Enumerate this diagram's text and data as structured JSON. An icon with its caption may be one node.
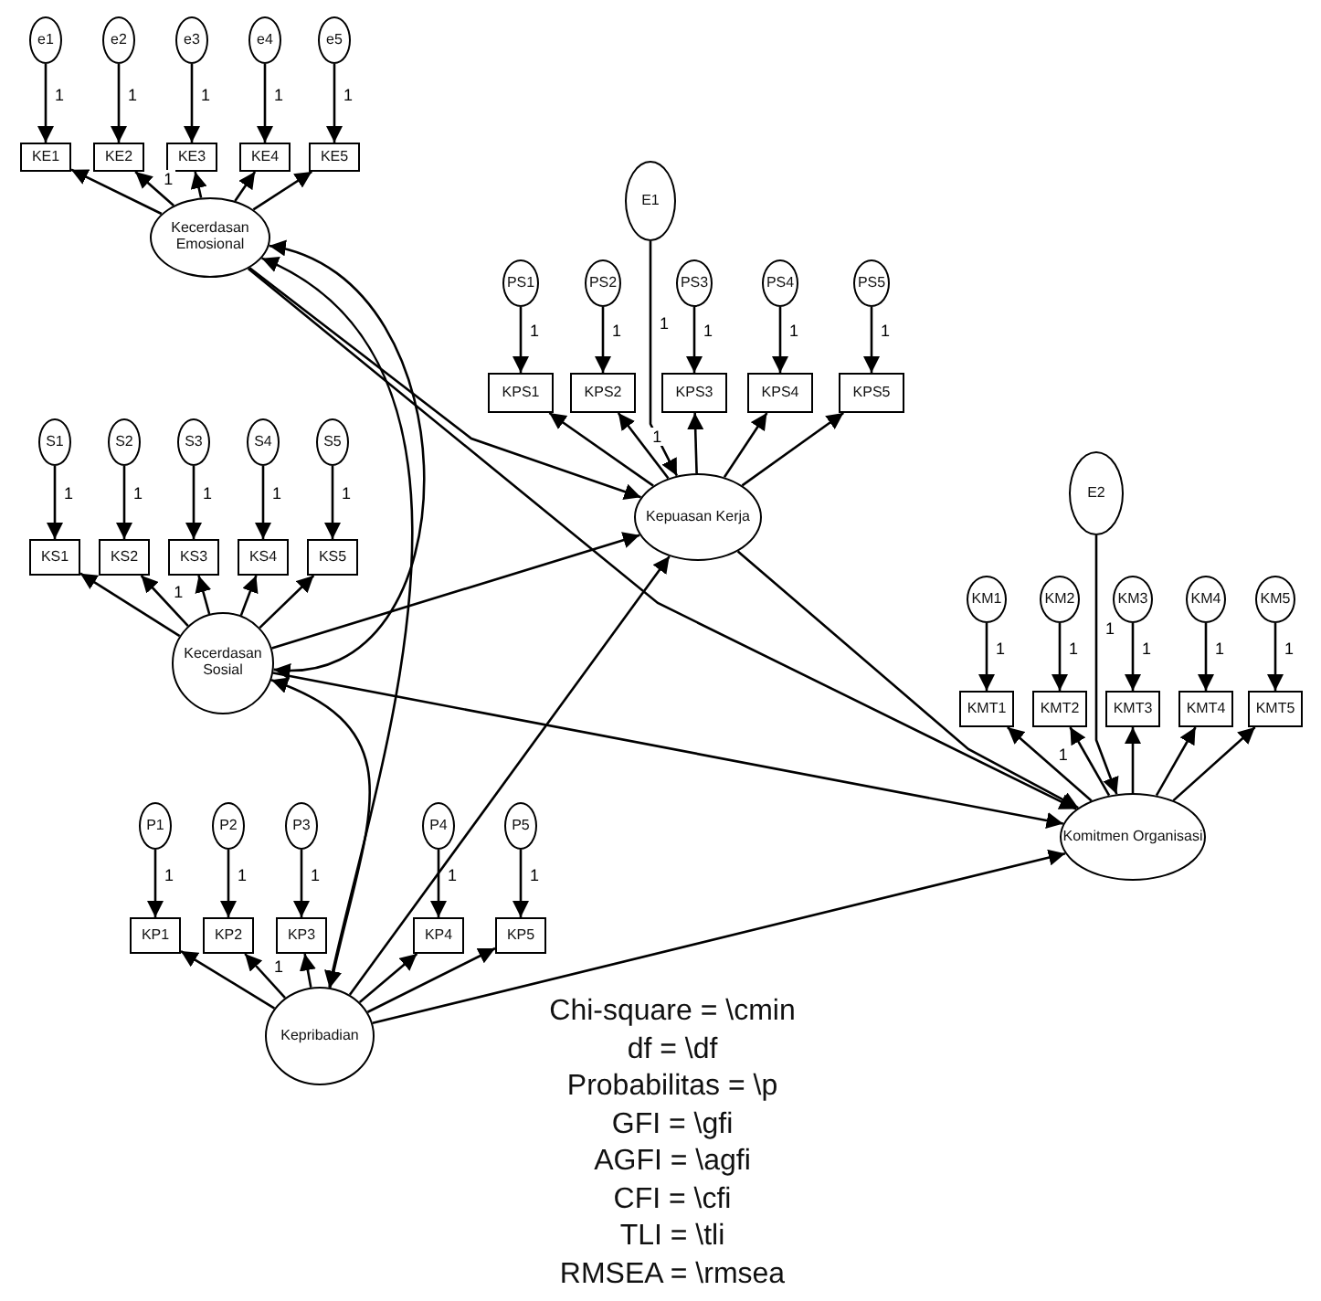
{
  "diagram": {
    "nodes": [
      {
        "text": [
          "e1"
        ]
      },
      {
        "text": [
          "e2"
        ]
      },
      {
        "text": [
          "e3"
        ]
      },
      {
        "text": [
          "e4"
        ]
      },
      {
        "text": [
          "e5"
        ]
      },
      {
        "text": [
          "KE1"
        ]
      },
      {
        "text": [
          "KE2"
        ]
      },
      {
        "text": [
          "KE3"
        ]
      },
      {
        "text": [
          "KE4"
        ]
      },
      {
        "text": [
          "KE5"
        ]
      },
      {
        "text": [
          "Kecerdasan Emosional"
        ]
      },
      {
        "text": [
          "E1"
        ]
      },
      {
        "text": [
          "PS1"
        ]
      },
      {
        "text": [
          "PS2"
        ]
      },
      {
        "text": [
          "PS3"
        ]
      },
      {
        "text": [
          "PS4"
        ]
      },
      {
        "text": [
          "PS5"
        ]
      },
      {
        "text": [
          "KPS1"
        ]
      },
      {
        "text": [
          "KPS2"
        ]
      },
      {
        "text": [
          "KPS3"
        ]
      },
      {
        "text": [
          "KPS4"
        ]
      },
      {
        "text": [
          "KPS5"
        ]
      },
      {
        "text": [
          "Kepuasan Kerja"
        ]
      },
      {
        "text": [
          "S1"
        ]
      },
      {
        "text": [
          "S2"
        ]
      },
      {
        "text": [
          "S3"
        ]
      },
      {
        "text": [
          "S4"
        ]
      },
      {
        "text": [
          "S5"
        ]
      },
      {
        "text": [
          "KS1"
        ]
      },
      {
        "text": [
          "KS2"
        ]
      },
      {
        "text": [
          "KS3"
        ]
      },
      {
        "text": [
          "KS4"
        ]
      },
      {
        "text": [
          "KS5"
        ]
      },
      {
        "text": [
          "Kecerdasan Sosial"
        ]
      },
      {
        "text": [
          "E2"
        ]
      },
      {
        "text": [
          "KM1"
        ]
      },
      {
        "text": [
          "KM2"
        ]
      },
      {
        "text": [
          "KM3"
        ]
      },
      {
        "text": [
          "KM4"
        ]
      },
      {
        "text": [
          "KM5"
        ]
      },
      {
        "text": [
          "KMT1"
        ]
      },
      {
        "text": [
          "KMT2"
        ]
      },
      {
        "text": [
          "KMT3"
        ]
      },
      {
        "text": [
          "KMT4"
        ]
      },
      {
        "text": [
          "KMT5"
        ]
      },
      {
        "text": [
          "Komitmen Organisasi"
        ]
      },
      {
        "text": [
          "P1"
        ]
      },
      {
        "text": [
          "P2"
        ]
      },
      {
        "text": [
          "P3"
        ]
      },
      {
        "text": [
          "P4"
        ]
      },
      {
        "text": [
          "P5"
        ]
      },
      {
        "text": [
          "KP1"
        ]
      },
      {
        "text": [
          "KP2"
        ]
      },
      {
        "text": [
          "KP3"
        ]
      },
      {
        "text": [
          "KP4"
        ]
      },
      {
        "text": [
          "KP5"
        ]
      },
      {
        "text": [
          "Kepribadian"
        ]
      }
    ],
    "edges": [
      {
        "from": 0,
        "to": 5,
        "arrow": "to",
        "label": "1"
      },
      {
        "from": 1,
        "to": 6,
        "arrow": "to",
        "label": "1"
      },
      {
        "from": 2,
        "to": 7,
        "arrow": "to",
        "label": "1"
      },
      {
        "from": 3,
        "to": 8,
        "arrow": "to",
        "label": "1"
      },
      {
        "from": 4,
        "to": 9,
        "arrow": "to",
        "label": "1"
      },
      {
        "from": 10,
        "to": 5,
        "arrow": "to"
      },
      {
        "from": 10,
        "to": 6,
        "arrow": "to",
        "label": "1"
      },
      {
        "from": 10,
        "to": 7,
        "arrow": "to"
      },
      {
        "from": 10,
        "to": 8,
        "arrow": "to"
      },
      {
        "from": 10,
        "to": 9,
        "arrow": "to"
      },
      {
        "from": 12,
        "to": 17,
        "arrow": "to",
        "label": "1"
      },
      {
        "from": 13,
        "to": 18,
        "arrow": "to",
        "label": "1"
      },
      {
        "from": 14,
        "to": 19,
        "arrow": "to",
        "label": "1"
      },
      {
        "from": 15,
        "to": 20,
        "arrow": "to",
        "label": "1"
      },
      {
        "from": 16,
        "to": 21,
        "arrow": "to",
        "label": "1"
      },
      {
        "from": 22,
        "to": 17,
        "arrow": "to"
      },
      {
        "from": 22,
        "to": 18,
        "arrow": "to",
        "label": "1"
      },
      {
        "from": 22,
        "to": 19,
        "arrow": "to"
      },
      {
        "from": 22,
        "to": 20,
        "arrow": "to"
      },
      {
        "from": 22,
        "to": 21,
        "arrow": "to"
      },
      {
        "from": 23,
        "to": 28,
        "arrow": "to",
        "label": "1"
      },
      {
        "from": 24,
        "to": 29,
        "arrow": "to",
        "label": "1"
      },
      {
        "from": 25,
        "to": 30,
        "arrow": "to",
        "label": "1"
      },
      {
        "from": 26,
        "to": 31,
        "arrow": "to",
        "label": "1"
      },
      {
        "from": 27,
        "to": 32,
        "arrow": "to",
        "label": "1"
      },
      {
        "from": 33,
        "to": 28,
        "arrow": "to"
      },
      {
        "from": 33,
        "to": 29,
        "arrow": "to",
        "label": "1"
      },
      {
        "from": 33,
        "to": 30,
        "arrow": "to"
      },
      {
        "from": 33,
        "to": 31,
        "arrow": "to"
      },
      {
        "from": 33,
        "to": 32,
        "arrow": "to"
      },
      {
        "from": 35,
        "to": 40,
        "arrow": "to",
        "label": "1"
      },
      {
        "from": 36,
        "to": 41,
        "arrow": "to",
        "label": "1"
      },
      {
        "from": 37,
        "to": 42,
        "arrow": "to",
        "label": "1"
      },
      {
        "from": 38,
        "to": 43,
        "arrow": "to",
        "label": "1"
      },
      {
        "from": 39,
        "to": 44,
        "arrow": "to",
        "label": "1"
      },
      {
        "from": 45,
        "to": 40,
        "arrow": "to",
        "label": "1"
      },
      {
        "from": 45,
        "to": 41,
        "arrow": "to"
      },
      {
        "from": 45,
        "to": 42,
        "arrow": "to"
      },
      {
        "from": 45,
        "to": 43,
        "arrow": "to"
      },
      {
        "from": 45,
        "to": 44,
        "arrow": "to"
      },
      {
        "from": 46,
        "to": 51,
        "arrow": "to",
        "label": "1"
      },
      {
        "from": 47,
        "to": 52,
        "arrow": "to",
        "label": "1"
      },
      {
        "from": 48,
        "to": 53,
        "arrow": "to",
        "label": "1"
      },
      {
        "from": 49,
        "to": 54,
        "arrow": "to",
        "label": "1"
      },
      {
        "from": 50,
        "to": 55,
        "arrow": "to",
        "label": "1"
      },
      {
        "from": 56,
        "to": 51,
        "arrow": "to"
      },
      {
        "from": 56,
        "to": 52,
        "arrow": "to",
        "label": "1"
      },
      {
        "from": 56,
        "to": 53,
        "arrow": "to"
      },
      {
        "from": 56,
        "to": 54,
        "arrow": "to"
      },
      {
        "from": 56,
        "to": 55,
        "arrow": "to"
      },
      {
        "from": 11,
        "to": 22,
        "arrow": "to",
        "label": "1"
      },
      {
        "from": 34,
        "to": 45,
        "arrow": "to",
        "label": "1"
      },
      {
        "from": 10,
        "to": 22,
        "arrow": "to"
      },
      {
        "from": 10,
        "to": 45,
        "arrow": "to"
      },
      {
        "from": 33,
        "to": 22,
        "arrow": "to"
      },
      {
        "from": 33,
        "to": 45,
        "arrow": "to"
      },
      {
        "from": 56,
        "to": 22,
        "arrow": "to"
      },
      {
        "from": 56,
        "to": 45,
        "arrow": "to"
      },
      {
        "from": 22,
        "to": 45,
        "arrow": "to"
      },
      {
        "from": 10,
        "to": 33,
        "arrow": "both"
      },
      {
        "from": 10,
        "to": 56,
        "arrow": "both"
      },
      {
        "from": 33,
        "to": 56,
        "arrow": "both"
      }
    ],
    "labels": [
      "Chi-square = \\cmin",
      "df = \\df",
      "Probabilitas = \\p",
      "GFI = \\gfi",
      "AGFI = \\agfi",
      "CFI = \\cfi",
      "TLI = \\tli",
      "RMSEA = \\rmsea"
    ]
  }
}
